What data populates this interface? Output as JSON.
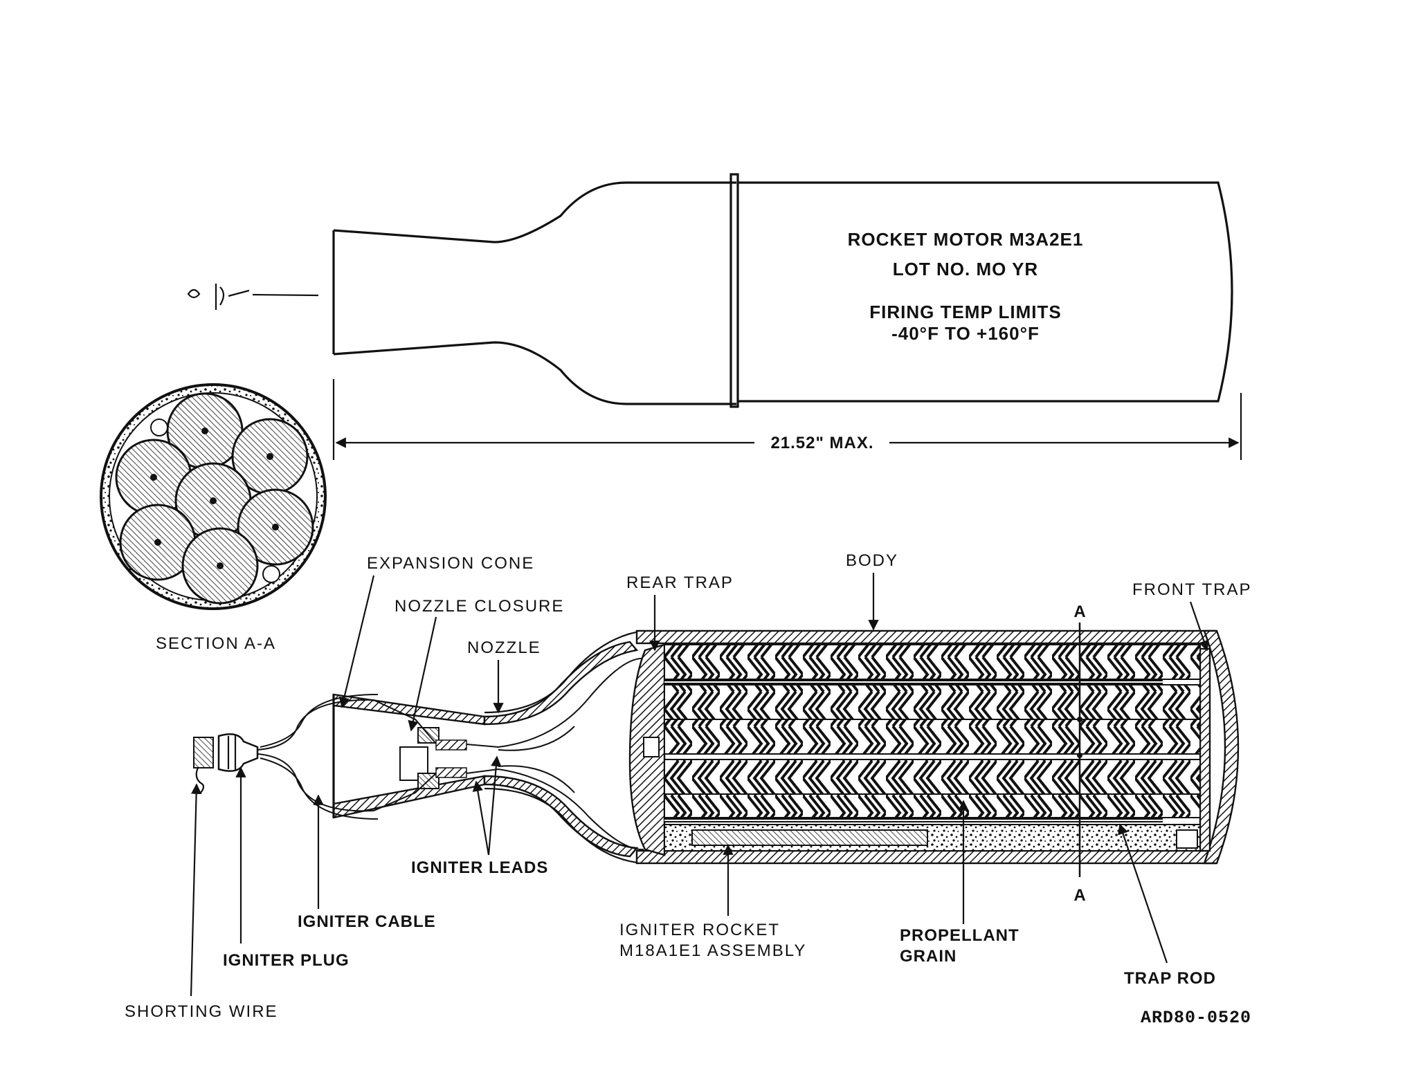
{
  "side_view": {
    "stencil_line1": "ROCKET MOTOR M3A2E1",
    "stencil_line2": "LOT NO.  MO  YR",
    "stencil_line3": "FIRING TEMP LIMITS",
    "stencil_line4": "-40°F TO +160°F",
    "dimension": "21.52\" MAX."
  },
  "section": {
    "label": "SECTION A-A",
    "marker": "A"
  },
  "callouts": {
    "expansion_cone": "EXPANSION CONE",
    "nozzle_closure": "NOZZLE CLOSURE",
    "nozzle": "NOZZLE",
    "rear_trap": "REAR TRAP",
    "body": "BODY",
    "front_trap": "FRONT TRAP",
    "igniter_leads": "IGNITER LEADS",
    "igniter_cable": "IGNITER CABLE",
    "igniter_plug": "IGNITER PLUG",
    "shorting_wire": "SHORTING WIRE",
    "igniter_rocket_1": "IGNITER ROCKET",
    "igniter_rocket_2": "M18A1E1 ASSEMBLY",
    "propellant_1": "PROPELLANT",
    "propellant_2": "GRAIN",
    "trap_rod": "TRAP ROD"
  },
  "figure_id": "ARD80-0520"
}
